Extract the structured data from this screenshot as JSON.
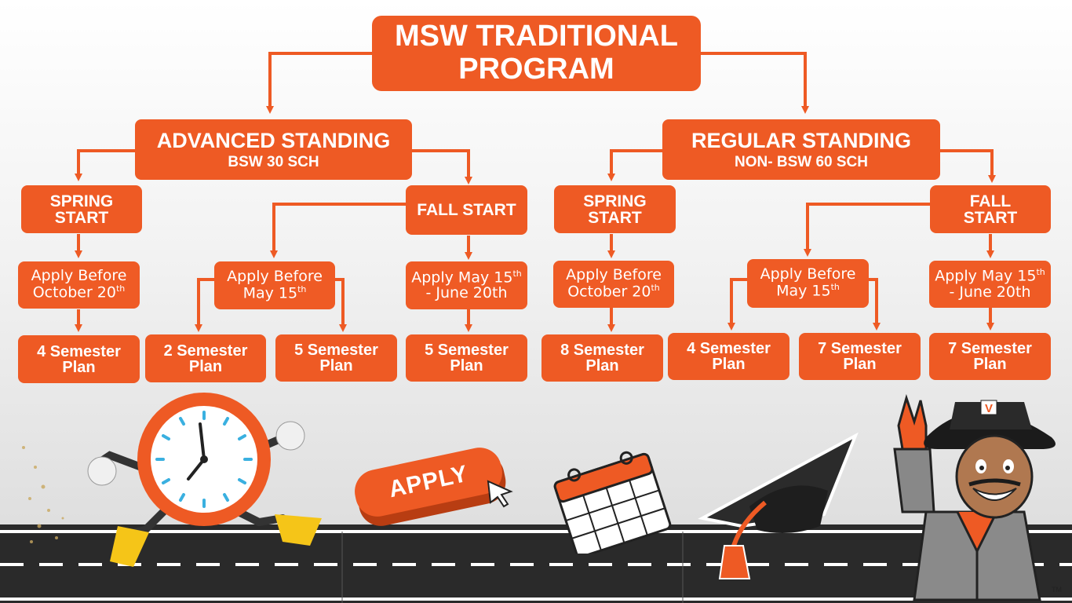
{
  "title": "MSW TRADITIONAL PROGRAM",
  "advanced": {
    "title": "ADVANCED STANDING",
    "subtitle": "BSW 30 SCH"
  },
  "regular": {
    "title": "REGULAR STANDING",
    "subtitle": "NON- BSW 60 SCH"
  },
  "starts": {
    "spring": [
      "SPRING",
      "START"
    ],
    "fall_single": "FALL START",
    "fall": [
      "FALL",
      "START"
    ]
  },
  "deadlines": {
    "october": {
      "line1": "Apply Before",
      "line2": "October 20",
      "sup": "th"
    },
    "may": {
      "line1": "Apply Before",
      "line2": "May 15",
      "sup": "th"
    },
    "range": {
      "line1": "Apply May 15",
      "sup": "th",
      "line2": "- June 20th"
    }
  },
  "plans": {
    "adv_spring": [
      "4 Semester",
      "Plan"
    ],
    "adv_may_a": [
      "2 Semester",
      "Plan"
    ],
    "adv_may_b": [
      "5 Semester",
      "Plan"
    ],
    "adv_fall": [
      "5 Semester",
      "Plan"
    ],
    "reg_spring": [
      "8 Semester",
      "Plan"
    ],
    "reg_may_a": [
      "4 Semester",
      "Plan"
    ],
    "reg_may_b": [
      "7 Semester",
      "Plan"
    ],
    "reg_fall": [
      "7 Semester",
      "Plan"
    ]
  },
  "illustrations": {
    "clock": "running-clock-icon",
    "apply_label": "APPLY",
    "calendar": "calendar-icon",
    "cap": "graduation-cap-icon",
    "mascot": "vaquero-mascot",
    "mascot_badge": "V",
    "mascot_tm": "TM"
  },
  "colors": {
    "orange": "#ee5a24",
    "road": "#2a2a2a",
    "line": "#ffffff"
  }
}
